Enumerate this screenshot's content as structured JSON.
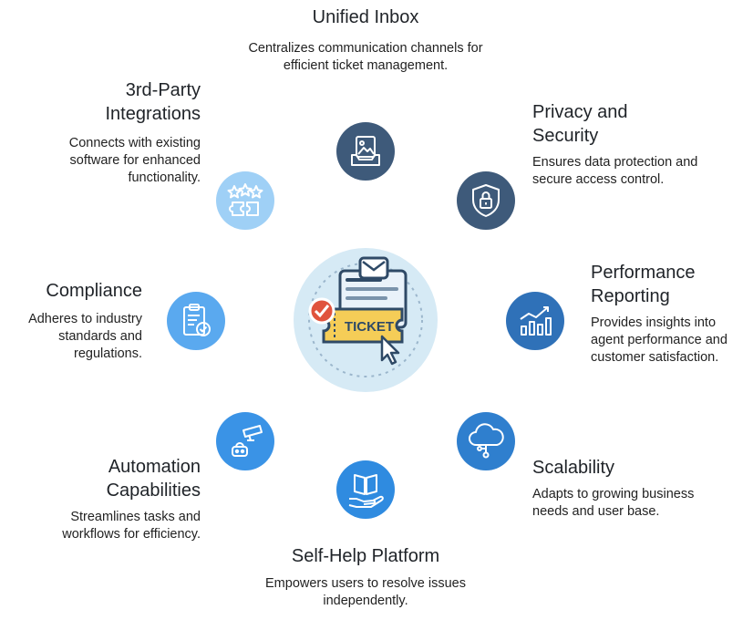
{
  "features": [
    {
      "title": "Unified Inbox",
      "description": "Centralizes communication channels for efficient ticket management.",
      "icon": "inbox-icon",
      "color": "#3e5a7a"
    },
    {
      "title": "Privacy and Security",
      "description": "Ensures data protection and secure access control.",
      "icon": "shield-lock-icon",
      "color": "#3e5a7a"
    },
    {
      "title": "Performance Reporting",
      "description": "Provides insights into agent performance and customer satisfaction.",
      "icon": "chart-icon",
      "color": "#2f71b8"
    },
    {
      "title": "Scalability",
      "description": "Adapts to growing business needs and user base.",
      "icon": "cloud-icon",
      "color": "#2f7fce"
    },
    {
      "title": "Self-Help Platform",
      "description": "Empowers users to resolve issues independently.",
      "icon": "book-hand-icon",
      "color": "#2f8be0"
    },
    {
      "title": "Automation Capabilities",
      "description": "Streamlines tasks and workflows for efficiency.",
      "icon": "robot-camera-icon",
      "color": "#3a93e6"
    },
    {
      "title": "Compliance",
      "description": "Adheres to industry standards and regulations.",
      "icon": "clipboard-check-icon",
      "color": "#5aa9ef"
    },
    {
      "title": "3rd-Party Integrations",
      "description": "Connects with existing software for enhanced functionality.",
      "icon": "puzzle-stars-icon",
      "color": "#9fd0f6"
    }
  ],
  "hub": {
    "label": "TICKET",
    "icon": "ticket-hub-icon",
    "color": "#d6eaf5"
  }
}
